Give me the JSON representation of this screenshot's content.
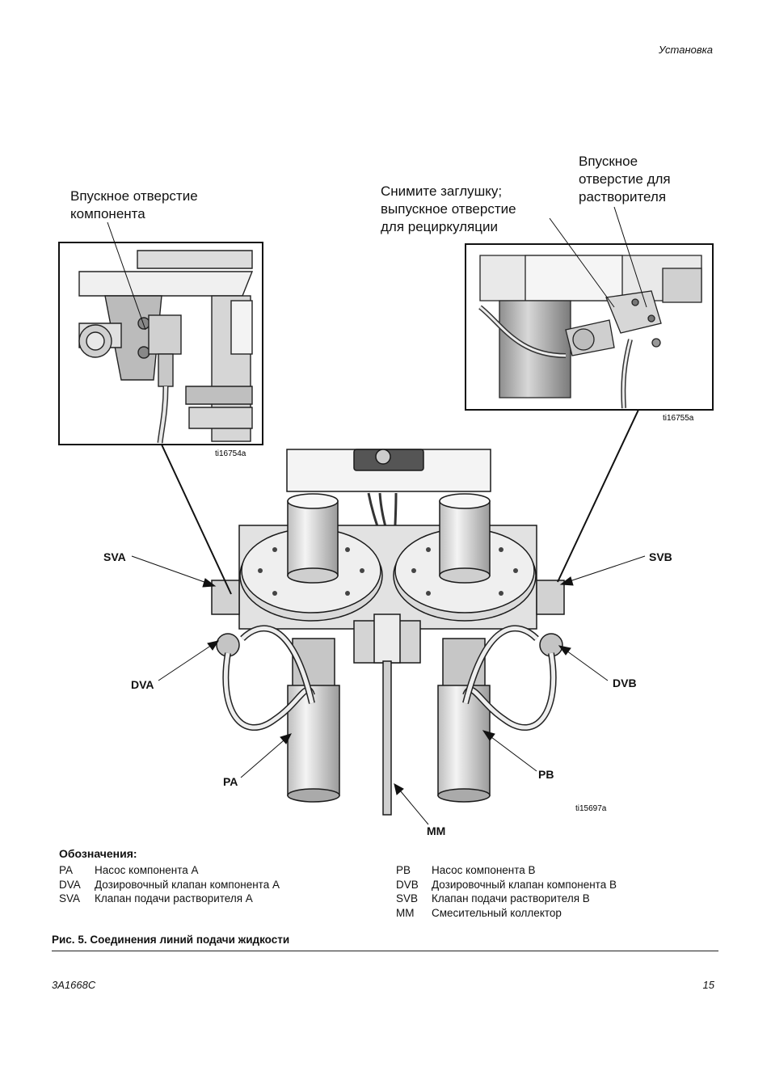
{
  "header": {
    "section": "Установка"
  },
  "callouts": {
    "component_inlet": "Впускное    отверстие\nкомпонента",
    "remove_plug": "Снимите заглушку;\nвыпускное отверстие\nдля рециркуляции",
    "solvent_inlet": "Впускное\nотверстие  для\nрастворителя"
  },
  "figure_codes": {
    "inset_left": "ti16754a",
    "inset_right": "ti16755a",
    "main": "ti15697a"
  },
  "labels": {
    "sva": "SVA",
    "svb": "SVB",
    "dva": "DVA",
    "dvb": "DVB",
    "pa": "PA",
    "pb": "PB",
    "mm": "MM"
  },
  "legend": {
    "title": "Обозначения:",
    "left": [
      {
        "abbr": "PA",
        "desc": "Насос компонента A"
      },
      {
        "abbr": "DVA",
        "desc": "Дозировочный клапан компонента A"
      },
      {
        "abbr": "SVA",
        "desc": "Клапан подачи растворителя A"
      }
    ],
    "right": [
      {
        "abbr": "PB",
        "desc": "Насос компонента B"
      },
      {
        "abbr": "DVB",
        "desc": "Дозировочный клапан компонента B"
      },
      {
        "abbr": "SVB",
        "desc": "Клапан подачи растворителя B"
      },
      {
        "abbr": "MM",
        "desc": "Смесительный коллектор"
      }
    ]
  },
  "caption": "Рис. 5. Соединения линий подачи жидкости",
  "footer": {
    "doc_number": "3A1668C",
    "page_number": "15"
  }
}
